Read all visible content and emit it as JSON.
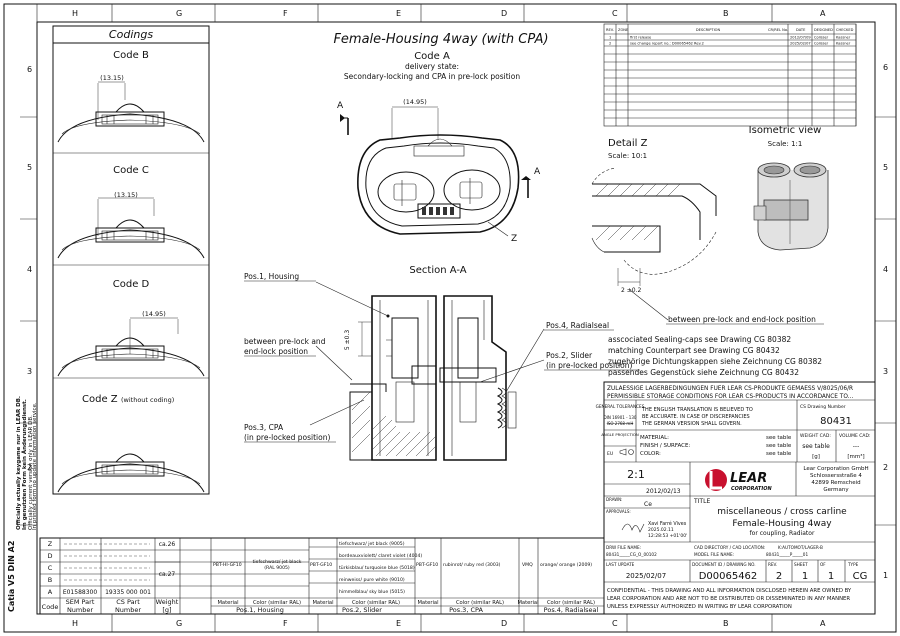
{
  "zone_letters": [
    "H",
    "G",
    "F",
    "E",
    "D",
    "C",
    "B",
    "A"
  ],
  "zone_numbers": [
    "6",
    "5",
    "4",
    "3",
    "2",
    "1"
  ],
  "codings": {
    "title": "Codings",
    "codes": [
      "Code B",
      "Code C",
      "Code D",
      "Code Z"
    ],
    "code_z_note": "(without coding)",
    "dims": [
      "(13.15)",
      "(13.15)",
      "(14.95)"
    ]
  },
  "main_title": "Female-Housing 4way (with CPA)",
  "code_a": {
    "label": "Code A",
    "line1": "delivery state:",
    "line2": "Secondary-locking and CPA in pre-lock position",
    "dim": "(14.95)",
    "section_mark": "A",
    "z_mark": "Z"
  },
  "detail_z": {
    "title": "Detail Z",
    "scale": "Scale:  10:1",
    "dim": "2 ±0.2",
    "note": "between pre-lock and end-lock position"
  },
  "isometric": {
    "title": "Isometric view",
    "scale": "Scale:  1:1"
  },
  "section_aa": {
    "title": "Section A-A",
    "pos1": "Pos.1, Housing",
    "prelock1": "between pre-lock and",
    "prelock2": "end-lock position",
    "dim": "5 ±0.3",
    "pos3a": "Pos.3, CPA",
    "pos3b": "(in pre-locked position)",
    "pos4": "Pos.4, Radialseal",
    "pos2a": "Pos.2, Slider",
    "pos2b": "(in pre-locked position)"
  },
  "notes": [
    "asscociated Sealing-caps see Drawing CG 80382",
    "matching Counterpart see Drawing CG 80432",
    "zugehörige Dichtungskappen siehe Zeichnung CG 80382",
    "passendes Gegenstück siehe Zeichnung CG 80432"
  ],
  "revisions": {
    "headers": [
      "REV.",
      "ZONE",
      "DESCRIPTION",
      "CR/REL No.",
      "DATE",
      "DESIGNED",
      "CHECKED"
    ],
    "rows": [
      [
        "1",
        "",
        "first release",
        "",
        "2012/07/09",
        "Colisser",
        "Kassner"
      ],
      [
        "2",
        "",
        "see change report no.: D00065462 Rev.2",
        "",
        "2025/02/07",
        "Colisser",
        "Kassner"
      ]
    ]
  },
  "title_block": {
    "storage1": "ZULAESSIGE LAGERBEDINGUNGEN FUER LEAR CS-PRODUKTE GEMAESS V/8025/06/R",
    "storage2": "PERMISSIBLE STORAGE CONDITIONS FOR LEAR CS-PRODUCTS IN ACCORDANCE TO...",
    "tolerances_label": "GENERAL TOLERANCES",
    "tol_std": "DIN 16901 - 130",
    "tol_strike": "ISO 2768-mH",
    "translation1": "THE ENGLISH TRANSLATION IS BELIEVED TO",
    "translation2": "BE ACCURATE. IN CASE OF DISCREPANCIES",
    "translation3": "THE GERMAN VERSION SHALL GOVERN.",
    "drawing_number_label": "CS Drawing Number",
    "drawing_number": "80431",
    "projection": "ANGLE PROJECTION",
    "material": "MATERIAL:",
    "finish": "FINISH / SURFACE:",
    "color": "COLOR:",
    "see_table1": "see table",
    "see_table2": "see table",
    "see_table3": "see table",
    "weight_cad_label": "WEIGHT CAD:",
    "weight_cad_val": "see table",
    "weight_unit": "[g]",
    "volume_cad_label": "VOLUME CAD:",
    "volume_cad_val": "---",
    "volume_unit": "[mm³]",
    "eu": "EU",
    "scale": "2:1",
    "drawn_date": "2012/02/13",
    "drawn_label": "DRAWN:",
    "drawn_by": "Ce",
    "approvals_label": "APPROVALS:",
    "approver": "Xavi Farré Vives",
    "approved_date": "2025.02.11",
    "approved_time": "12:28:53 +01'00'",
    "company_name": "LEAR",
    "company_sub": "CORPORATION",
    "address": [
      "Lear Corporation GmbH",
      "Schlossersstraße 4",
      "42899 Remscheid",
      "Germany"
    ],
    "title_label": "TITLE",
    "title1": "miscellaneous / cross carline",
    "title2": "Female-Housing 4way",
    "title3": "for coupling, Radiator",
    "drw_file_label": "DRW FILE NAME:",
    "drw_file": "80431_____CG_O_00102",
    "cad_dir_label": "CAD DIRECTORY / CAD LOCATION:",
    "cad_dir": "K:AUTOMOT/LAGER-B",
    "model_file_label": "MODEL FILE NAME:",
    "model_file": "80431_____P_____01",
    "last_update_label": "LAST UPDATE",
    "last_update": "2025/02/07",
    "doc_id_label": "DOCUMENT ID / DRAWING NO.",
    "doc_id": "D00065462",
    "rev_label": "REV.",
    "rev": "2",
    "sheet_label": "SHEET",
    "sheet": "1",
    "of_label": "OF",
    "of": "1",
    "type_label": "TYPE",
    "type": "CG",
    "confidential1": "CONFIDENTIAL - THIS DRAWING AND ALL INFORMATION DISCLOSED HEREIN ARE OWNED BY",
    "confidential2": "LEAR CORPORATION AND ARE NOT TO BE DISTRIBUTED OR DISSEMINATED IN ANY MANNER",
    "confidential3": "UNLESS EXPRESSLY AUTHORIZED IN WRITING BY LEAR CORPORATION"
  },
  "side_notes": [
    "Catia V5 DIN A2",
    "Officially actually keygame nur in LEAR DB.",
    "Im genutzten Form kein Änderungsdienst.",
    "Officially current version only in LEAR DB.",
    "In printed form no update information service."
  ],
  "parts_table": {
    "code_header": "Code",
    "sem_header1": "SEM Part",
    "sem_header2": "Number",
    "cs_header1": "CS Part",
    "cs_header2": "Number",
    "weight_header1": "Weight",
    "weight_header2": "[g]",
    "pos_headers": [
      "Pos.1, Housing",
      "Pos.2, Slider",
      "Pos.3, CPA",
      "Pos.4, Radialseal"
    ],
    "sub_headers": [
      "Material",
      "Color (similar RAL)",
      "Material",
      "Color (similar RAL)",
      "Material",
      "Color (similar RAL)",
      "Material",
      "Color (similar RAL)"
    ],
    "codes": [
      "Z",
      "D",
      "C",
      "B",
      "A"
    ],
    "sem_a": "E01588300",
    "cs_a": "19335 000 001",
    "weights": [
      "ca.26",
      "ca.27"
    ],
    "pos1_material": "PBT-HI-GF10",
    "pos1_color1": "tiefschwarz/ jet black",
    "pos1_color2": "(RAL 9005)",
    "pos2_material": "PBT-GF10",
    "pos2_colors": [
      "tiefschwarz/ jet black (9005)",
      "bordeauxviolett/ claret violet (4004)",
      "türkisblau/ turquoise blue (5018)",
      "reinweiss/ pure white (9010)",
      "himmelblau/ sky blue (5015)"
    ],
    "pos3_material": "PBT-GF10",
    "pos3_color": "rubinrot/ ruby red (3003)",
    "pos4_material": "VMQ",
    "pos4_color": "orange/ orange (2009)"
  }
}
